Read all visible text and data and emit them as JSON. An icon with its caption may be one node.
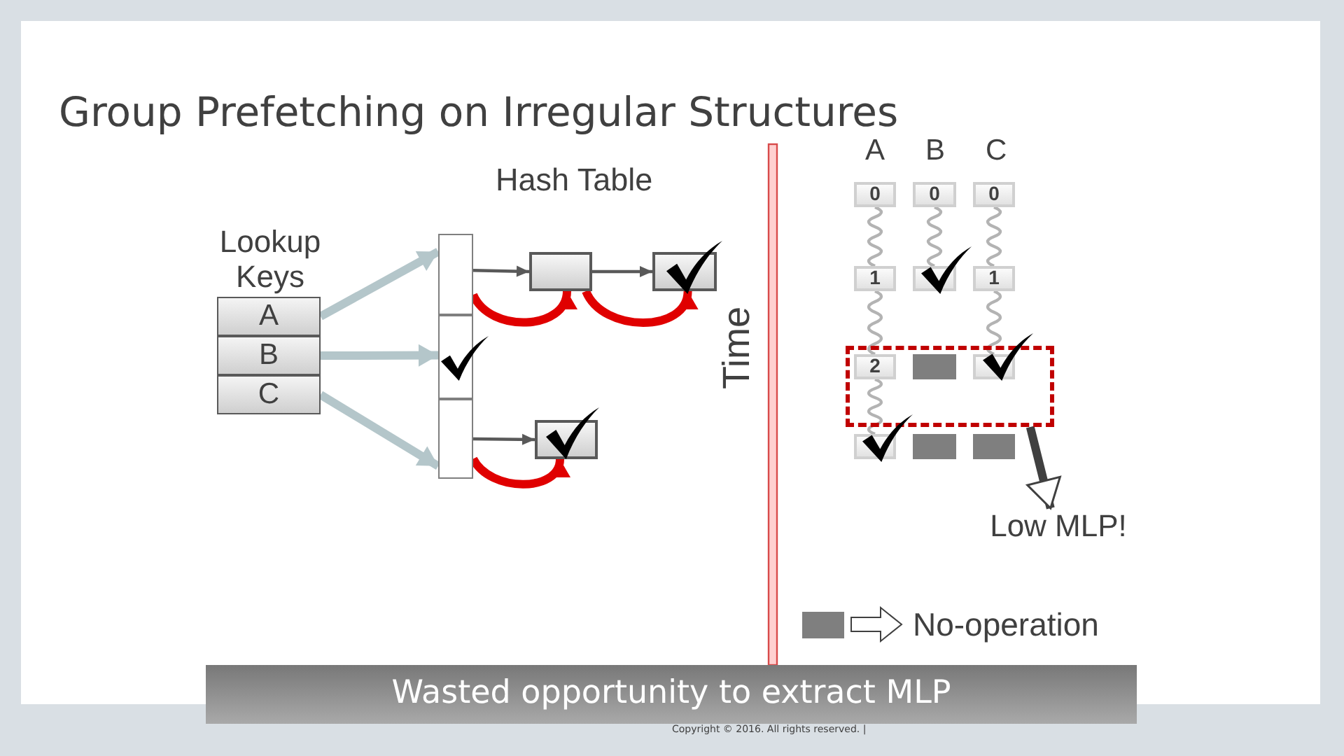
{
  "diagram": {
    "title": "Group Prefetching on Irregular Structures",
    "nodes": [
      {
        "text": [
          "A"
        ]
      },
      {
        "text": [
          "B"
        ]
      },
      {
        "text": [
          "C"
        ]
      },
      {
        "text": [],
        "shape": "box"
      },
      {
        "text": [],
        "shape": "box"
      },
      {
        "text": [],
        "shape": "box"
      },
      {
        "text": [],
        "shape": "box"
      },
      {
        "text": [],
        "shape": "box"
      },
      {
        "text": [],
        "shape": "box"
      },
      {
        "text": [
          "0"
        ]
      },
      {
        "text": [
          "0"
        ]
      },
      {
        "text": [
          "0"
        ]
      },
      {
        "text": [
          "1"
        ]
      },
      {
        "text": [],
        "shape": "box"
      },
      {
        "text": [
          "1"
        ]
      },
      {
        "text": [],
        "shape": "box"
      },
      {
        "text": [
          "2"
        ],
        "in": 15
      },
      {
        "text": [],
        "shape": "box",
        "in": 15
      },
      {
        "text": [],
        "shape": "box",
        "in": 15
      },
      {
        "text": [],
        "shape": "box"
      },
      {
        "text": [],
        "shape": "box"
      },
      {
        "text": [],
        "shape": "box"
      },
      {
        "text": [
          "Low MLP!"
        ]
      },
      {
        "text": [
          "Wasted opportunity to extract MLP"
        ]
      }
    ],
    "edges": [
      {
        "from": 0,
        "to": 3,
        "arrow": "to",
        "style": "thick",
        "color": "#b4c6ca"
      },
      {
        "from": 1,
        "to": 4,
        "arrow": "to",
        "style": "thick",
        "color": "#b4c6ca"
      },
      {
        "from": 2,
        "to": 5,
        "arrow": "to",
        "style": "thick",
        "color": "#b4c6ca"
      },
      {
        "from": 3,
        "to": 6,
        "arrow": "to",
        "color": "#595959"
      },
      {
        "from": 6,
        "to": 7,
        "arrow": "to",
        "color": "#595959"
      },
      {
        "from": 5,
        "to": 8,
        "arrow": "to",
        "color": "#595959"
      },
      {
        "from": 3,
        "to": 6,
        "arrow": "to",
        "style": "thick",
        "color": "#e00000"
      },
      {
        "from": 6,
        "to": 7,
        "arrow": "to",
        "style": "thick",
        "color": "#e00000"
      },
      {
        "from": 5,
        "to": 8,
        "arrow": "to",
        "style": "thick",
        "color": "#e00000"
      },
      {
        "from": 9,
        "to": 12,
        "arrow": "none"
      },
      {
        "from": 12,
        "to": 16,
        "arrow": "none"
      },
      {
        "from": 16,
        "to": 19,
        "arrow": "none"
      },
      {
        "from": 10,
        "to": 13,
        "arrow": "none"
      },
      {
        "from": 11,
        "to": 14,
        "arrow": "none"
      },
      {
        "from": 14,
        "to": 18,
        "arrow": "none"
      },
      {
        "from": 15,
        "to": 22,
        "arrow": "to",
        "style": "thick",
        "color": "#404040"
      }
    ],
    "labels": [
      "A",
      "B",
      "C",
      "Hash Table",
      "Lookup Keys",
      "Time",
      "Copyright © 2016. All rights reserved. |"
    ],
    "legend": [
      {
        "text": "No-operation",
        "color": "#7f7f7f"
      }
    ]
  }
}
